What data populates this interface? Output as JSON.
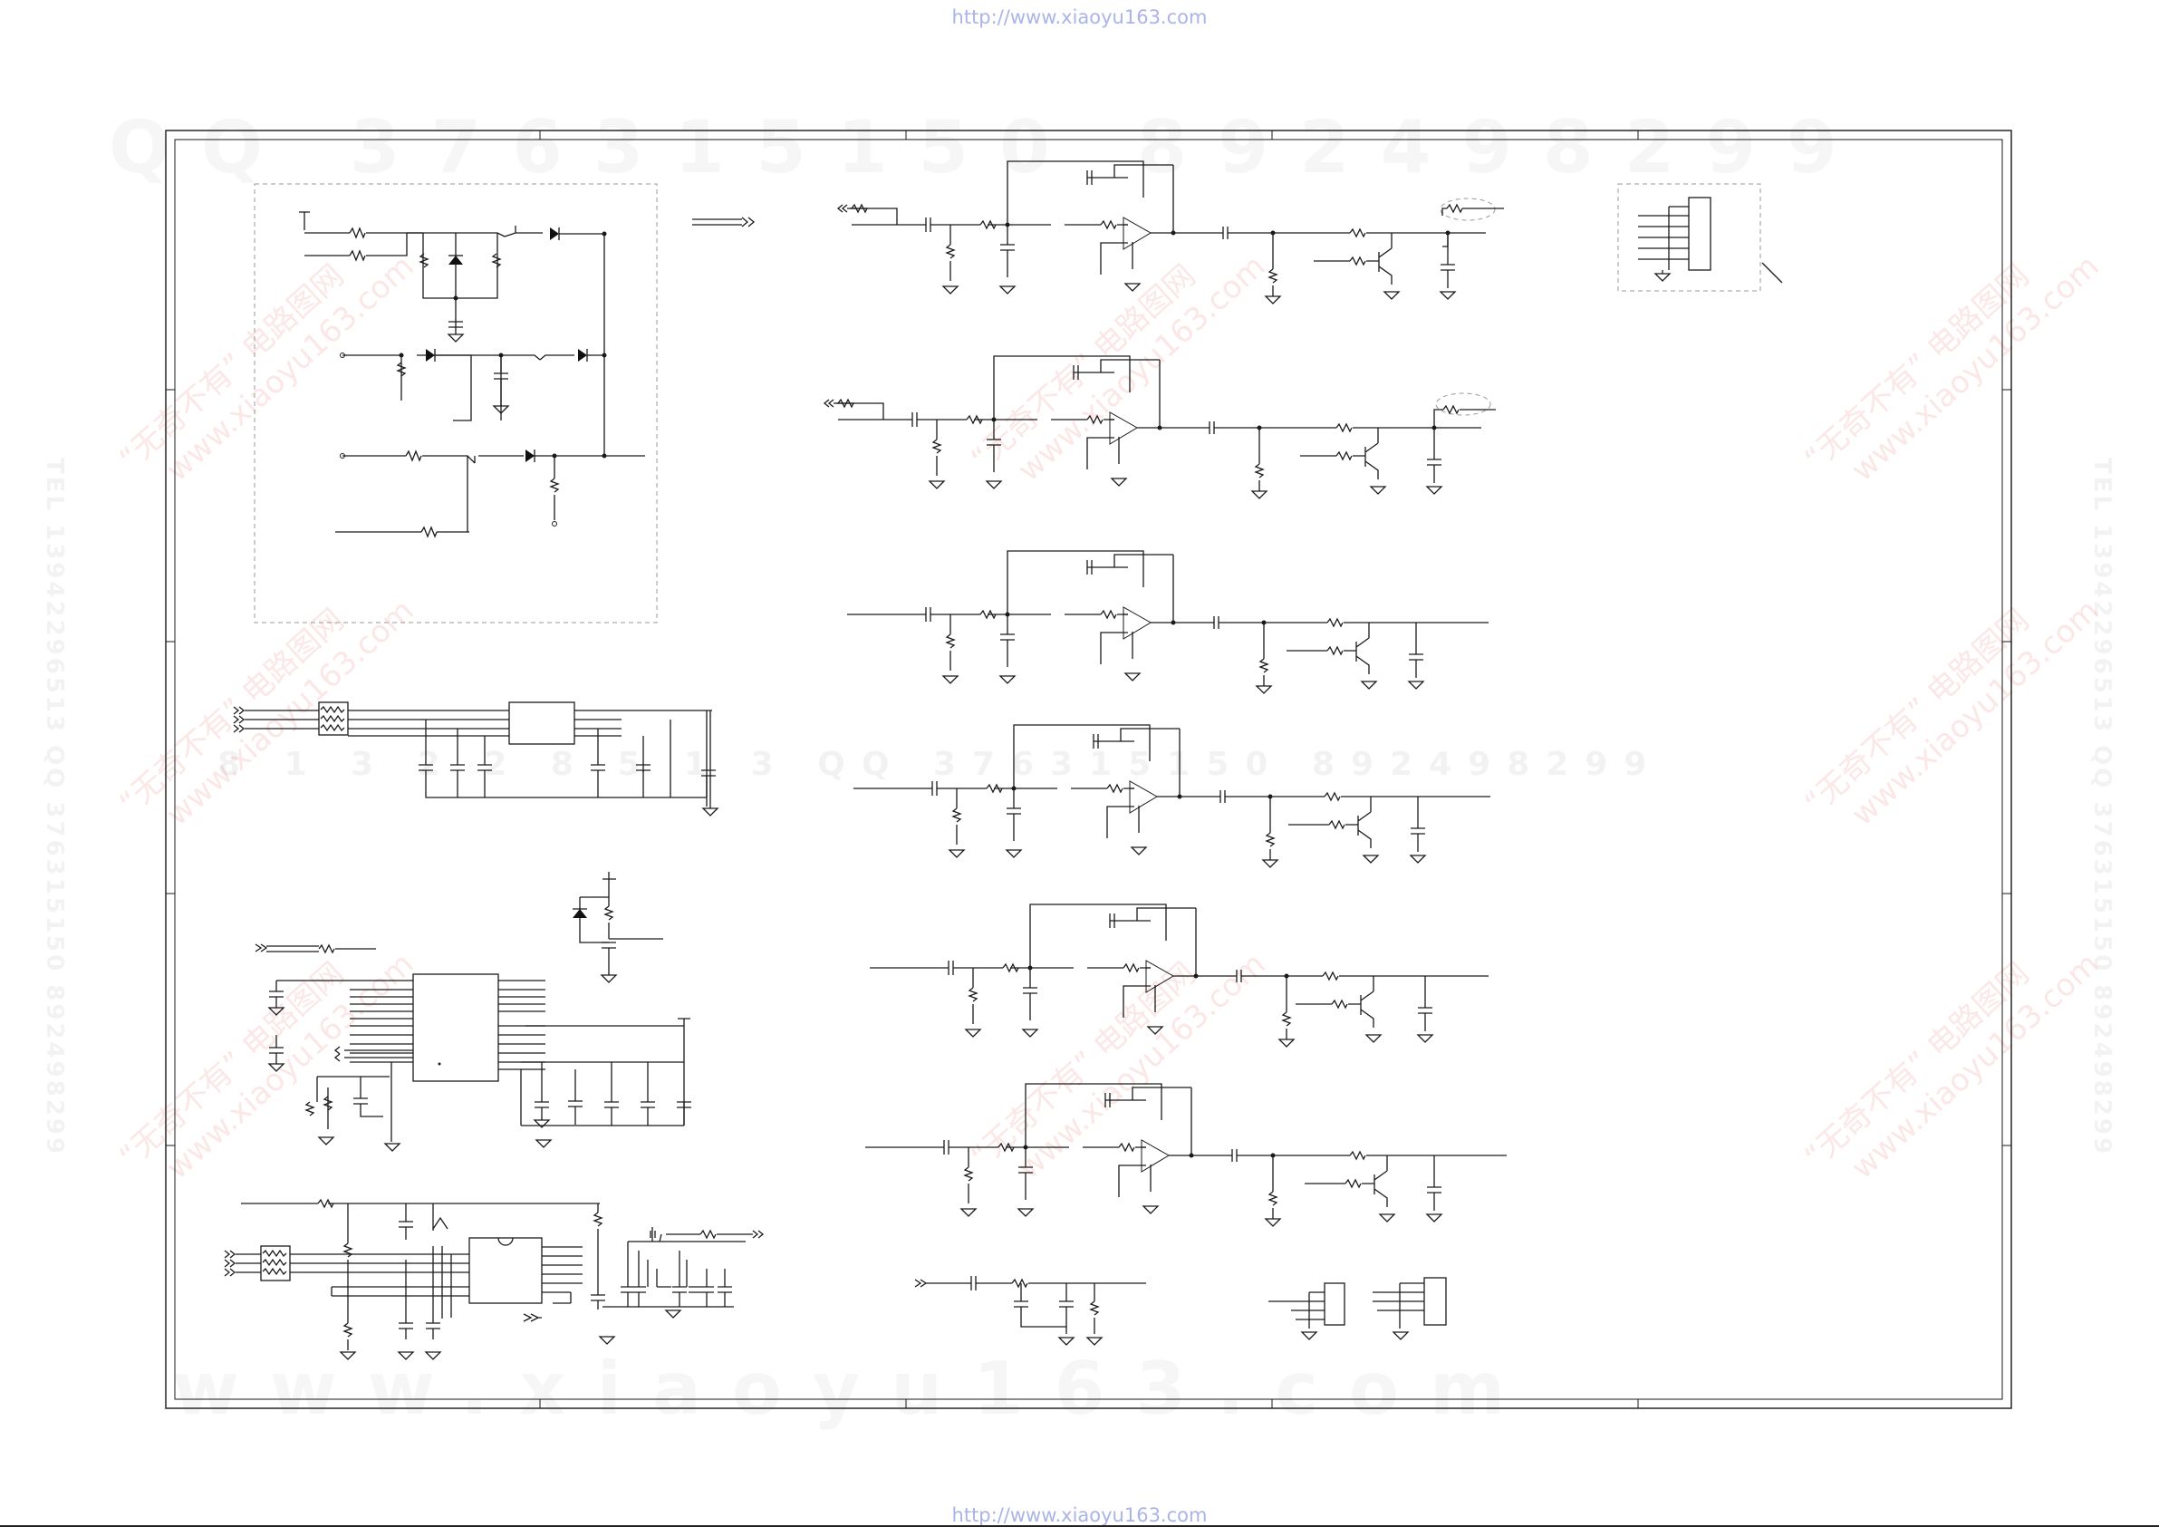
{
  "header": {
    "source_url": "http://www.xiaoyu163.com"
  },
  "footer": {
    "source_url": "http://www.xiaoyu163.com"
  },
  "watermarks": {
    "top_band": "QQ 376315150 892498299",
    "middle_band": "8 1 3 2 2 8 5 1 3  QQ 376315150 892498299",
    "bottom_band": "www.xiaoyu163.com",
    "side_text": "TEL 13942296513 QQ 376315150 892498299",
    "stamp_line1": "“无奇不有” 电路图网",
    "stamp_line2": "www.xiaoyu163.com"
  },
  "colors": {
    "ink": "#1a1a1a",
    "url_link": "#aab4e6",
    "stamp_red": "#e23a2a",
    "watermark_grey": "#000000"
  }
}
